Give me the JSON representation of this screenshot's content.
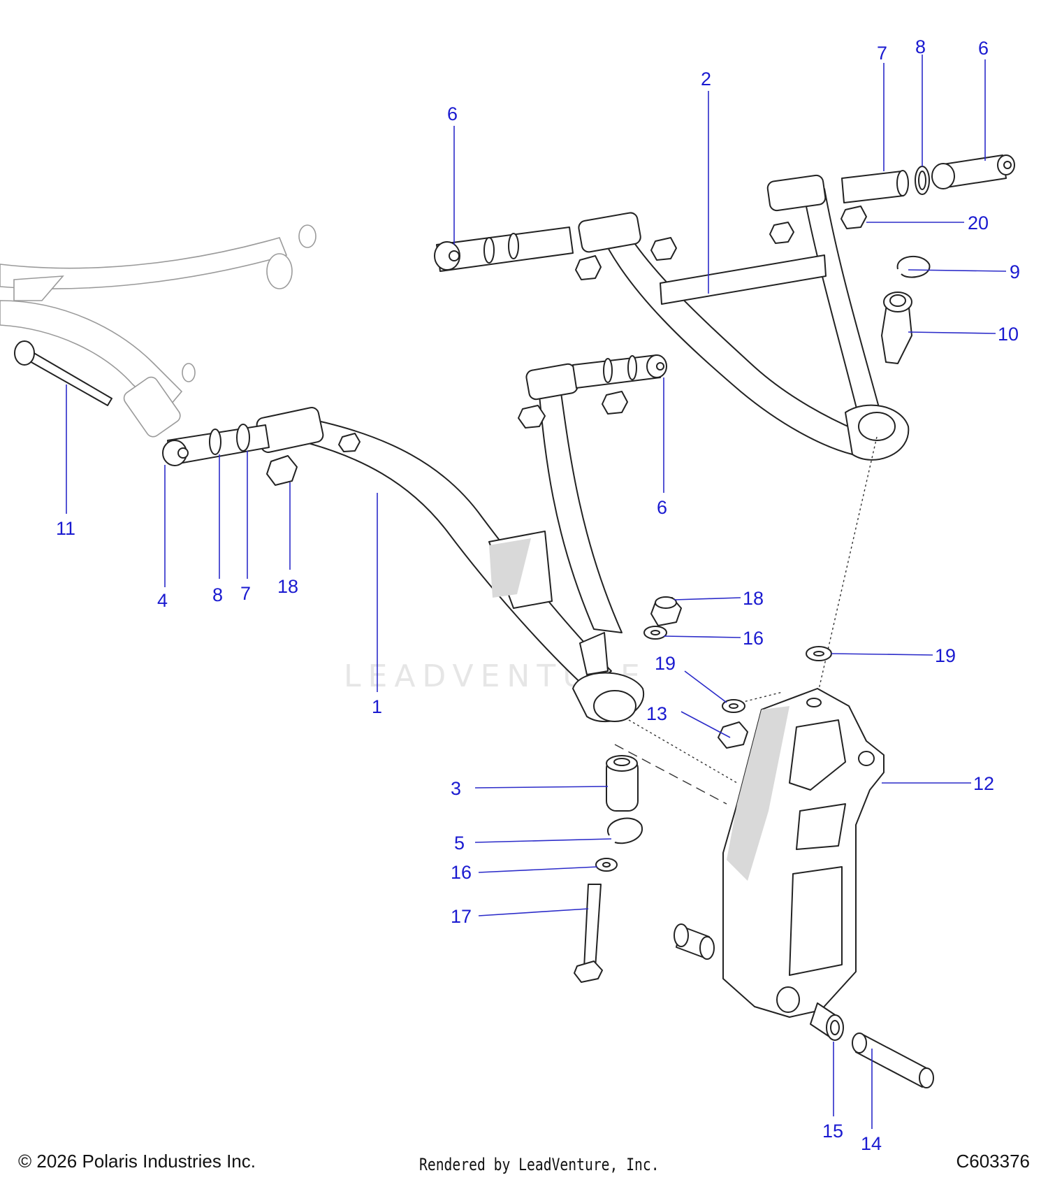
{
  "callouts": [
    {
      "id": "c1",
      "label": "1"
    },
    {
      "id": "c2",
      "label": "2"
    },
    {
      "id": "c3",
      "label": "3"
    },
    {
      "id": "c4",
      "label": "4"
    },
    {
      "id": "c5",
      "label": "5"
    },
    {
      "id": "c6a",
      "label": "6"
    },
    {
      "id": "c6b",
      "label": "6"
    },
    {
      "id": "c6c",
      "label": "6"
    },
    {
      "id": "c7a",
      "label": "7"
    },
    {
      "id": "c7b",
      "label": "7"
    },
    {
      "id": "c8a",
      "label": "8"
    },
    {
      "id": "c8b",
      "label": "8"
    },
    {
      "id": "c9",
      "label": "9"
    },
    {
      "id": "c10",
      "label": "10"
    },
    {
      "id": "c11",
      "label": "11"
    },
    {
      "id": "c12",
      "label": "12"
    },
    {
      "id": "c13",
      "label": "13"
    },
    {
      "id": "c14",
      "label": "14"
    },
    {
      "id": "c15",
      "label": "15"
    },
    {
      "id": "c16a",
      "label": "16"
    },
    {
      "id": "c16b",
      "label": "16"
    },
    {
      "id": "c17",
      "label": "17"
    },
    {
      "id": "c18a",
      "label": "18"
    },
    {
      "id": "c18b",
      "label": "18"
    },
    {
      "id": "c19a",
      "label": "19"
    },
    {
      "id": "c19b",
      "label": "19"
    },
    {
      "id": "c20",
      "label": "20"
    }
  ],
  "watermark": "LEADVENTURE",
  "footer": {
    "copyright": "© 2026 Polaris Industries Inc.",
    "rendered_by": "Rendered by LeadVenture, Inc.",
    "diagram_id": "C603376"
  }
}
